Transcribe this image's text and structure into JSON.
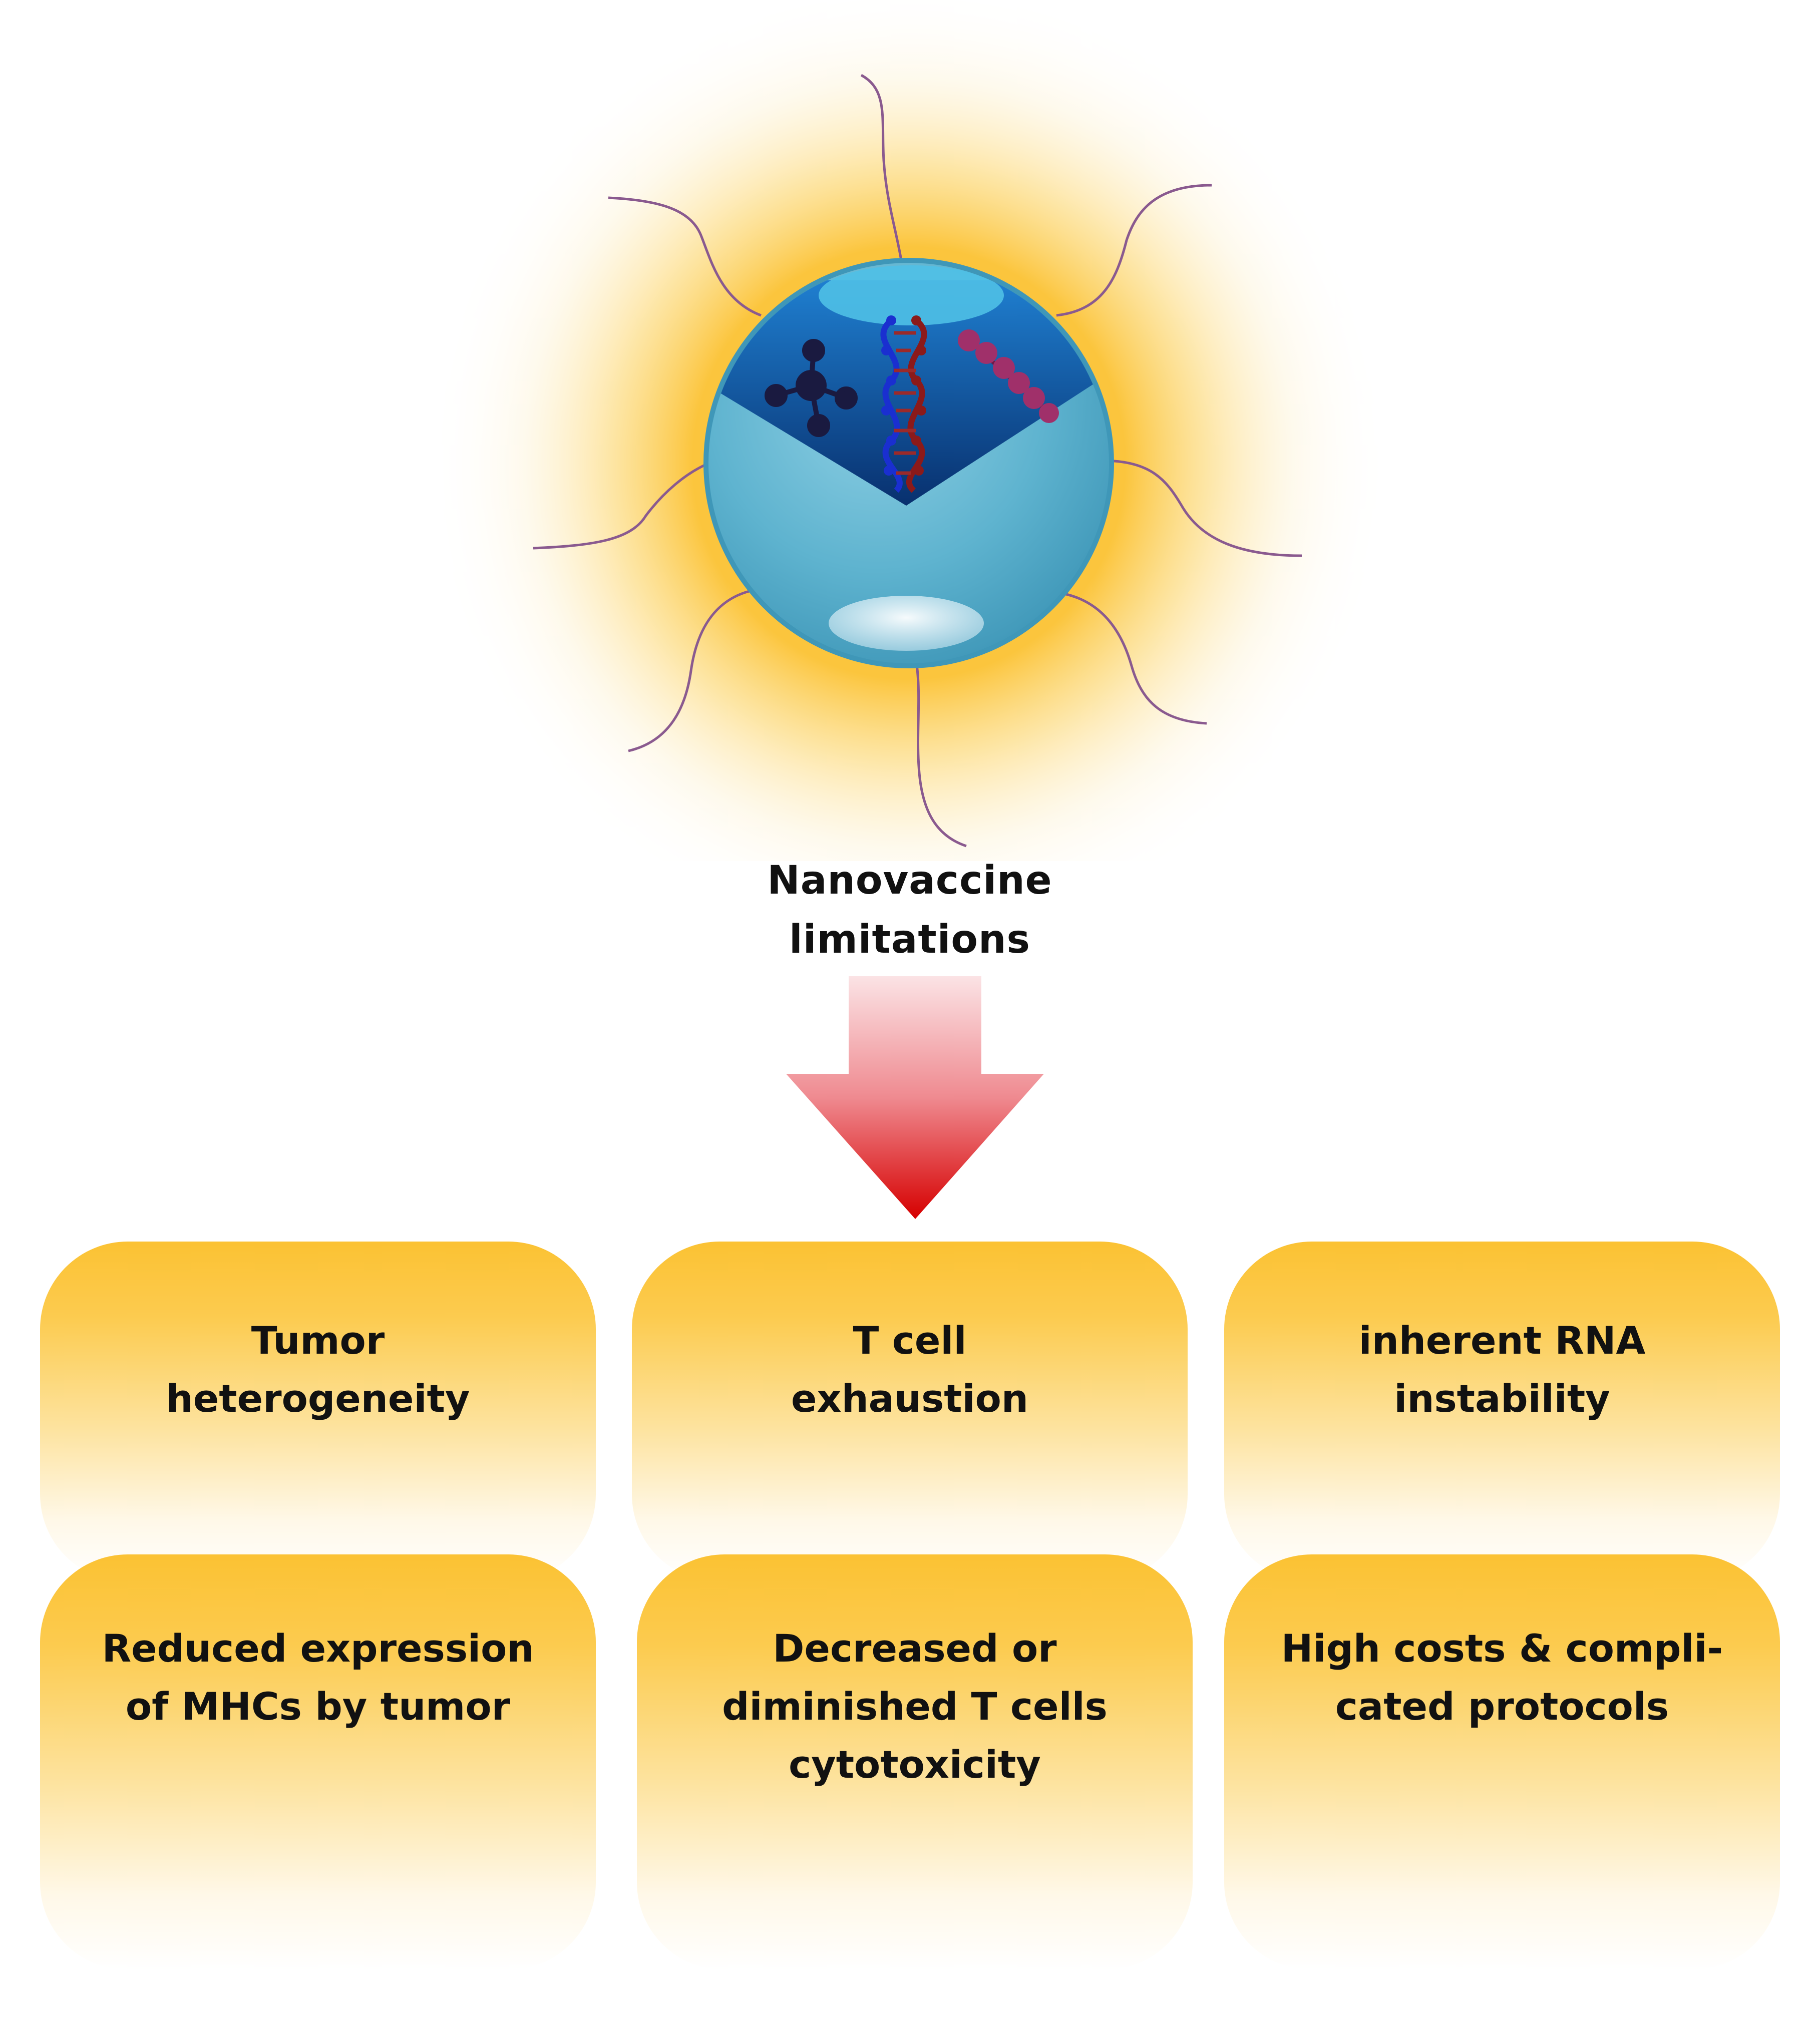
{
  "title": {
    "line1": "Nanovaccine",
    "line2": "limitations"
  },
  "arrow": {
    "color_top": "#f6d4d7",
    "color_bottom": "#d60000"
  },
  "particle": {
    "glow_color": "#fbc233",
    "shell_color": "#5eb3cf",
    "window_color": "#0a3f8a",
    "tether_color": "#8a5a8f",
    "contents": [
      "molecule-icon",
      "dna-helix-icon",
      "bead-chain-icon"
    ]
  },
  "limitations": {
    "top_row": [
      {
        "line1": "Tumor",
        "line2": "heterogeneity"
      },
      {
        "line1": "T cell",
        "line2": "exhaustion"
      },
      {
        "line1": "inherent RNA",
        "line2": "instability"
      }
    ],
    "bottom_row": [
      {
        "line1": "Reduced expression",
        "line2": "of MHCs by tumor",
        "line3": ""
      },
      {
        "line1": "Decreased or",
        "line2": "diminished T cells",
        "line3": "cytotoxicity"
      },
      {
        "line1": "High costs & compli-",
        "line2": "cated protocols",
        "line3": ""
      }
    ]
  },
  "colors": {
    "box_top": "#fbc233",
    "box_bottom": "#ffffff",
    "text": "#111111"
  }
}
